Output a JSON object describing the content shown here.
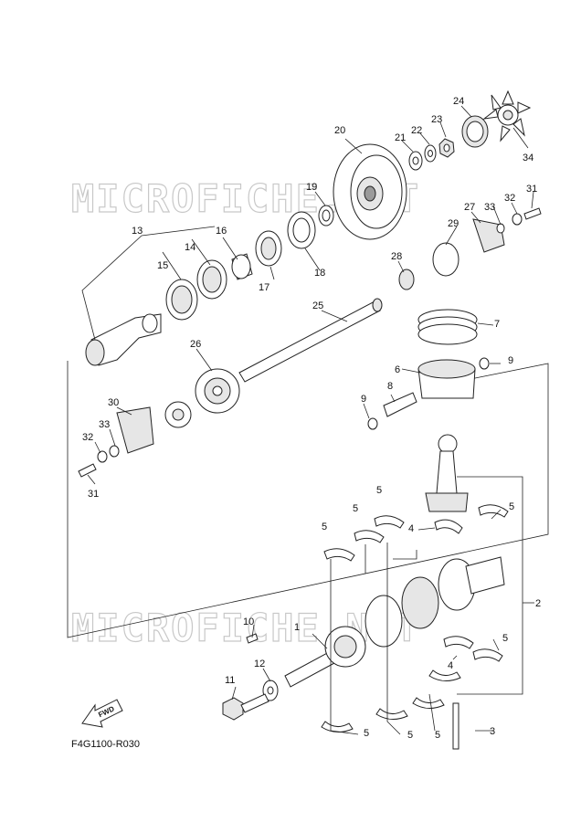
{
  "watermark": "MICROFICHE.NET",
  "diagram_code": "F4G1100-R030",
  "fwd_label": "FWD",
  "callouts": [
    "1",
    "2",
    "3",
    "4",
    "5",
    "6",
    "7",
    "8",
    "9",
    "10",
    "11",
    "12",
    "13",
    "14",
    "15",
    "16",
    "17",
    "18",
    "19",
    "20",
    "21",
    "22",
    "23",
    "24",
    "25",
    "26",
    "27",
    "28",
    "29",
    "30",
    "31",
    "32",
    "33",
    "34"
  ]
}
